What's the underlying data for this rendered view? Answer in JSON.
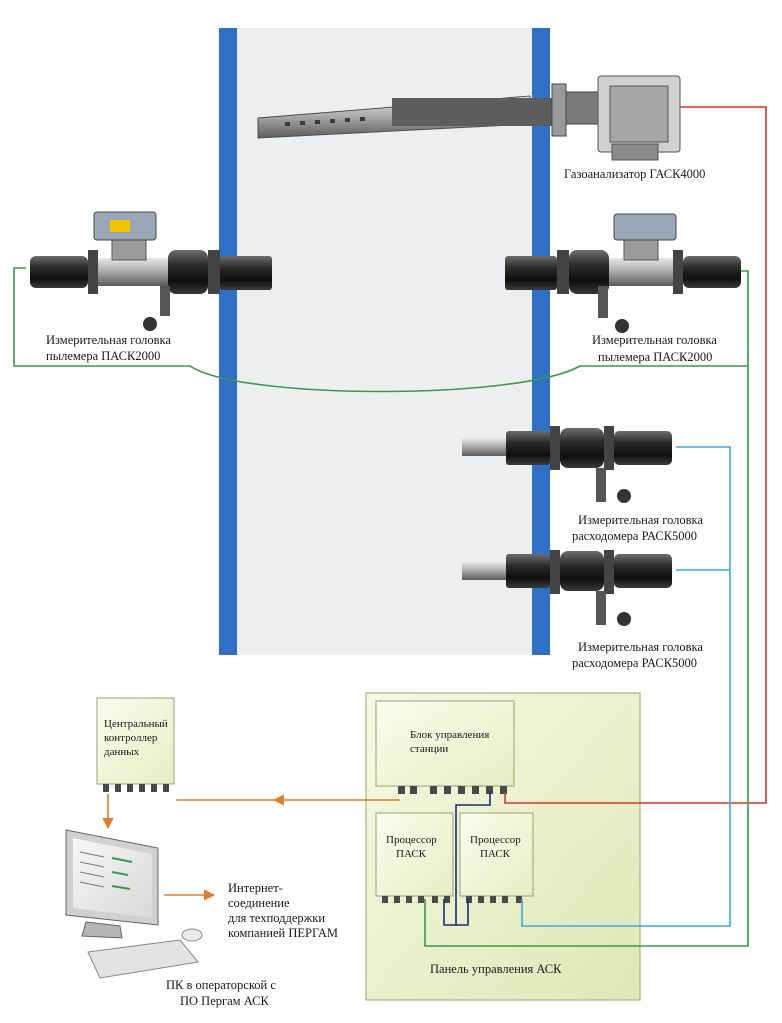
{
  "labels": {
    "gas_analyzer": "Газоанализатор ГАСК4000",
    "dust_left_1": "Измерительная головка",
    "dust_left_2": "пылемера ПАСК2000",
    "dust_right_1": "Измерительная головка",
    "dust_right_2": "пылемера ПАСК2000",
    "flow_top_1": "Измерительная головка",
    "flow_top_2": "расходомера РАСК5000",
    "flow_bottom_1": "Измерительная головка",
    "flow_bottom_2": "расходомера РАСК5000",
    "controller_1": "Центральный",
    "controller_2": "контроллер",
    "controller_3": "данных",
    "station_unit_1": "Блок управления",
    "station_unit_2": "станции",
    "proc_left_1": "Процессор",
    "proc_left_2": "ПАСК",
    "proc_right_1": "Процессор",
    "proc_right_2": "ПАСК",
    "internet_1": "Интернет-",
    "internet_2": "соединение",
    "internet_3": "для техподдержки",
    "internet_4": "компанией ПЕРГАМ",
    "pc_1": "ПК в операторской с",
    "pc_2": "ПО Пергам АСК",
    "panel": "Панель управления АСК"
  },
  "colors": {
    "duct_wall": "#2f6fc6",
    "duct_interior": "#eef0f1",
    "panel_fill": "#e8eec6",
    "box_fill": "#f3f6d8",
    "line_red": "#d9342b",
    "line_green": "#3a9a4a",
    "line_cyan": "#33aee0",
    "line_navy": "#1d2a80",
    "arrow_orange": "#e47b2a"
  }
}
